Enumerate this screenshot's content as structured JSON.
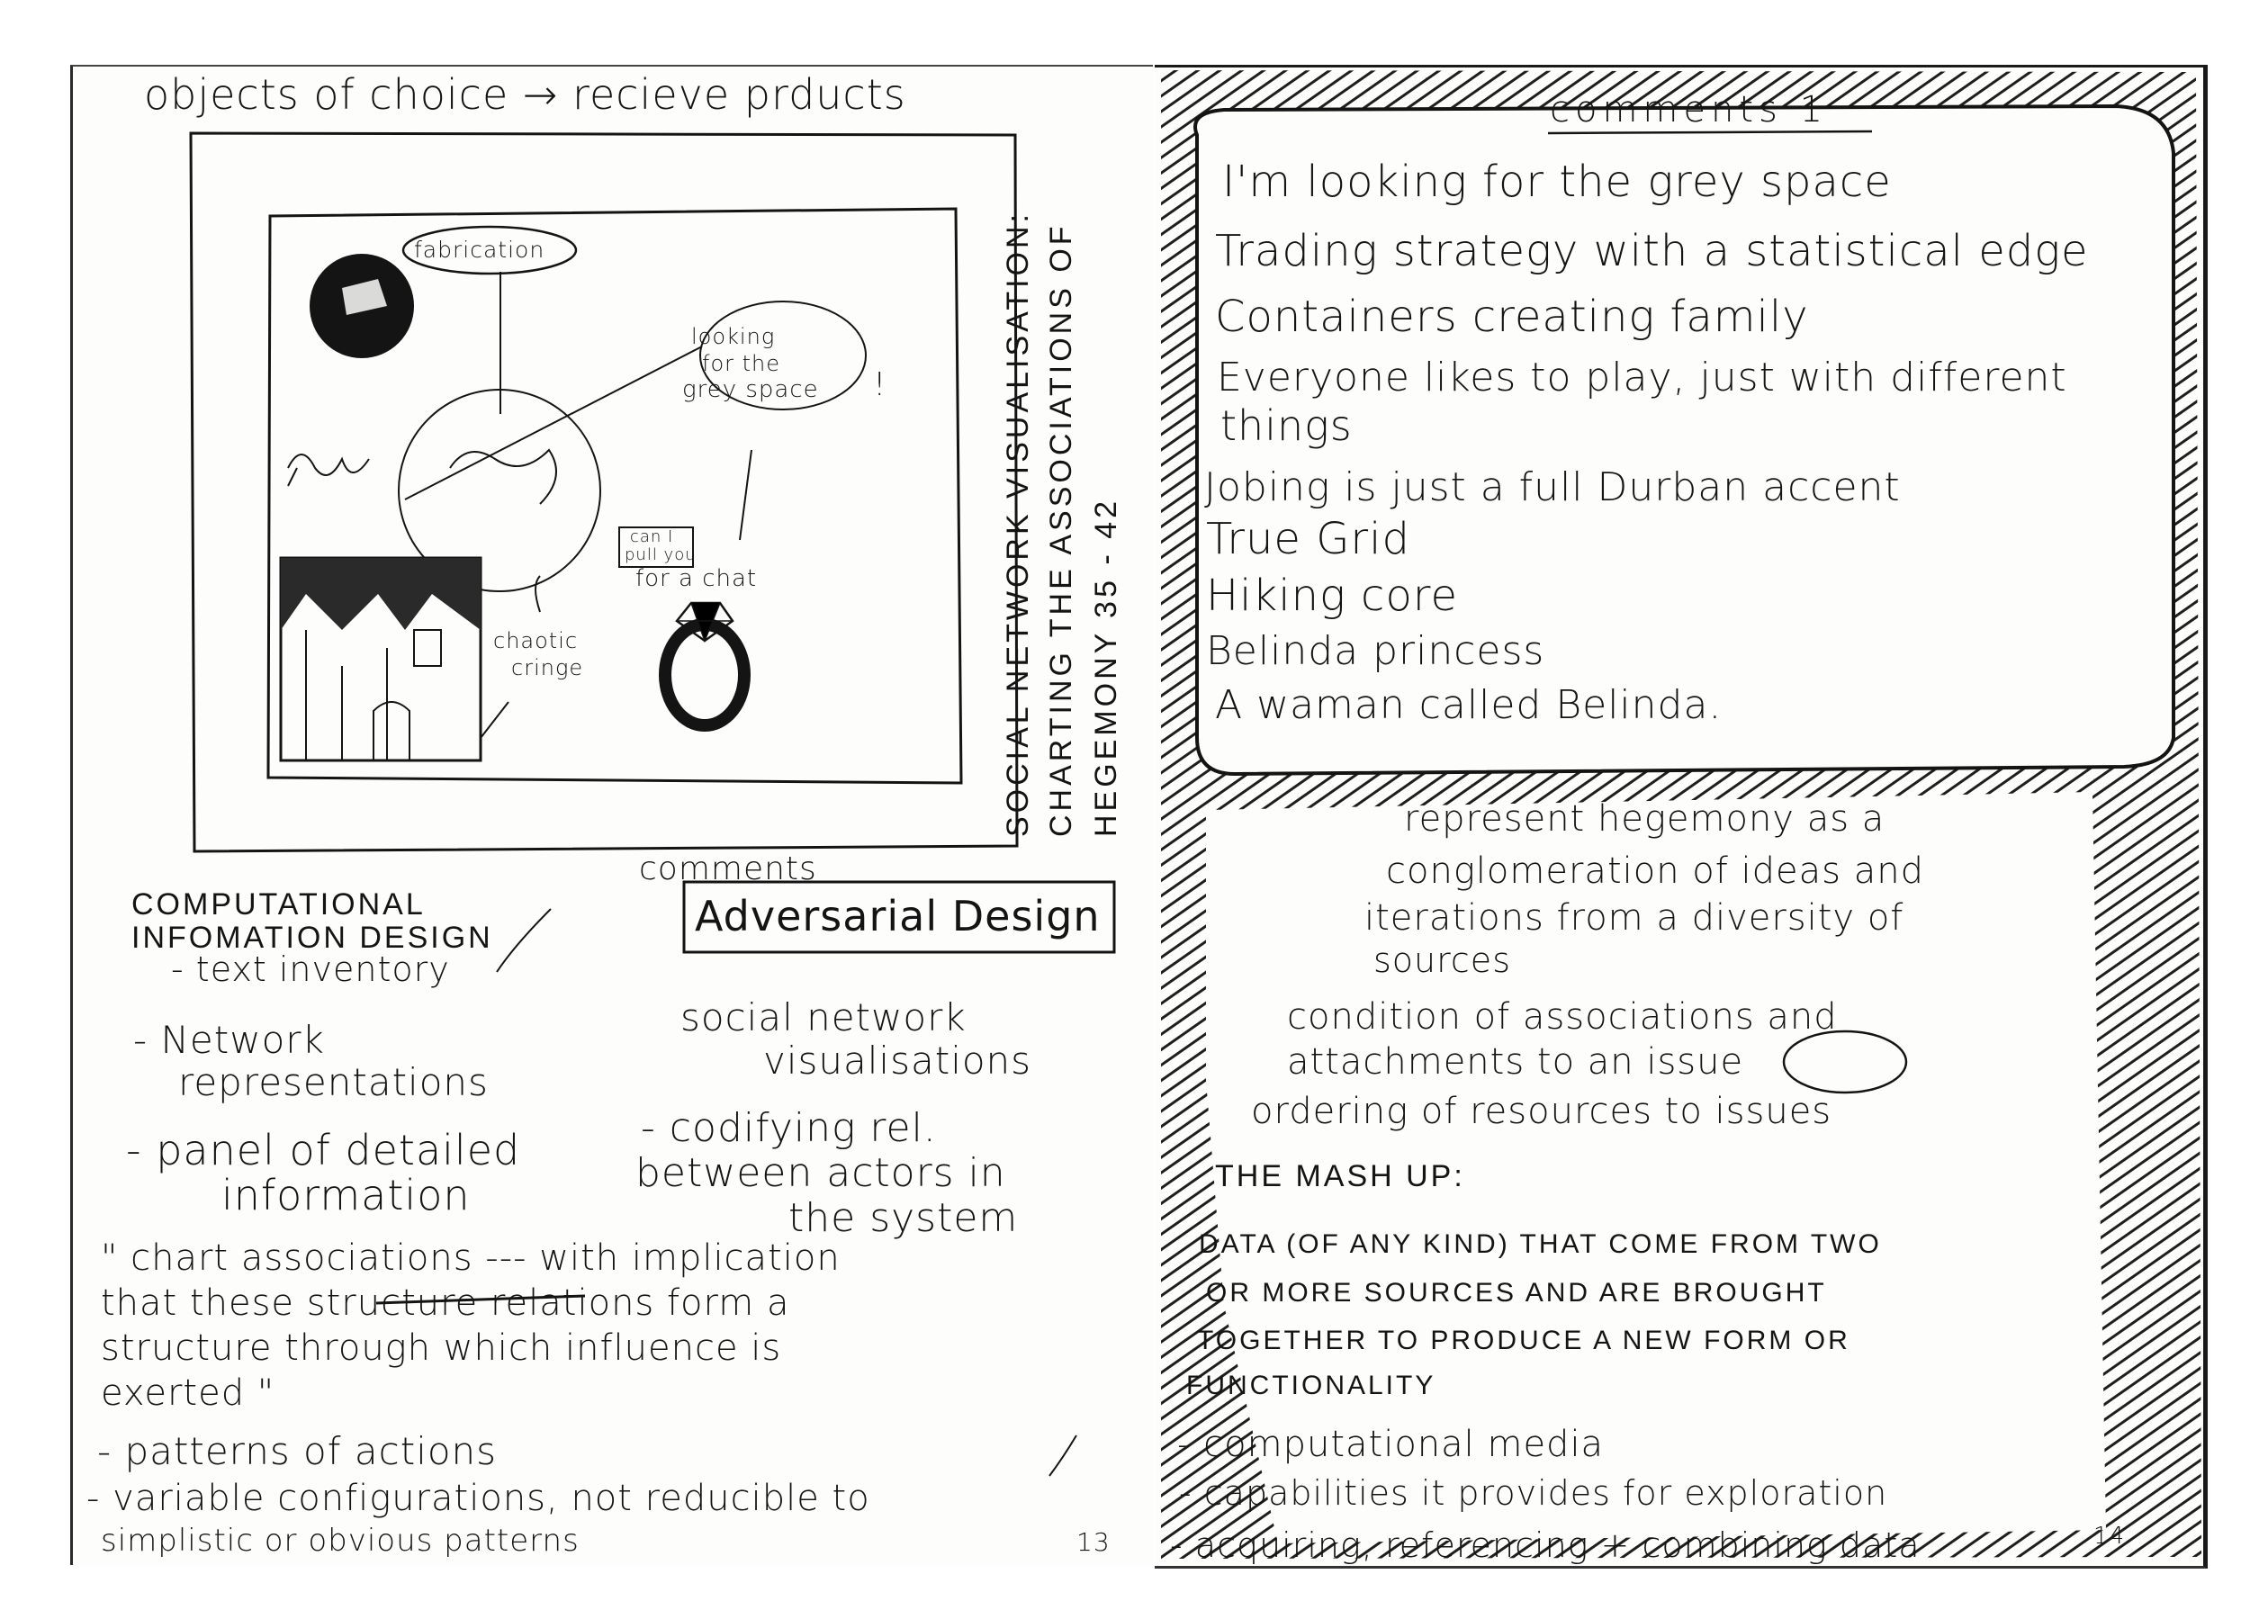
{
  "left_page": {
    "top_heading": "objects of choice → recieve prducts",
    "sketch": {
      "fabrication_label": "fabrication",
      "grey_space_note": [
        "looking",
        "for the",
        "grey space",
        "!"
      ],
      "pull_you_box": [
        "can I",
        "pull you"
      ],
      "for_a_chat": "for a chat",
      "chaotic_cringe": [
        "chaotic",
        "cringe"
      ]
    },
    "vertical_title": [
      "SOCIAL NETWORK VISUALISATION:",
      "CHARTING THE ASSOCIATIONS OF",
      "HEGEMONY 35 - 42"
    ],
    "comments_label": "comments",
    "adversarial_design": "Adversarial Design",
    "cid_heading": [
      "COMPUTATIONAL",
      "INFOMATION DESIGN"
    ],
    "text_inventory": "- text inventory",
    "network_reps": [
      "- Network",
      "representations"
    ],
    "panel": [
      "- panel of detailed",
      "information"
    ],
    "social_network": [
      "social network",
      "visualisations"
    ],
    "codifying": [
      "- codifying rel.",
      "between actors in",
      "the system"
    ],
    "quote": [
      "\" chart associations ---  with implication",
      "that these structure relations form a",
      "structure through which influence is",
      "exerted \""
    ],
    "patterns": "- patterns of actions",
    "variable": [
      "- variable configurations, not reducible to",
      "simplistic or obvious patterns"
    ],
    "page_number": "13"
  },
  "right_page": {
    "comments_heading": "comments 1",
    "comment_lines": [
      "I'm looking for the grey space",
      "Trading strategy with a statistical edge",
      "Containers creating family",
      "Everyone likes to play, just with different",
      "things",
      "Jobing is just a full Durban accent",
      "True Grid",
      "Hiking core",
      "Belinda princess",
      "A waman called Belinda."
    ],
    "hegemony_lines": [
      "represent hegemony as a",
      "conglomeration of ideas and",
      "iterations from a diversity of",
      "sources"
    ],
    "condition_lines": [
      "condition of associations and",
      "attachments to an issue",
      "ordering of resources to issues"
    ],
    "mashup_heading": "THE MASH UP:",
    "mashup_lines": [
      "DATA (OF ANY KIND) THAT COME FROM TWO",
      "OR MORE SOURCES AND ARE BROUGHT",
      "TOGETHER TO PRODUCE A NEW FORM OR",
      "FUNCTIONALITY"
    ],
    "bullets": [
      "- computational media",
      "- capabilities it provides for exploration",
      "- acquiring, referencing + combining data"
    ],
    "page_number": "14"
  },
  "colors": {
    "ink": "#141414",
    "paper": "#fdfdfb",
    "hatch": "#1e1e1e"
  }
}
